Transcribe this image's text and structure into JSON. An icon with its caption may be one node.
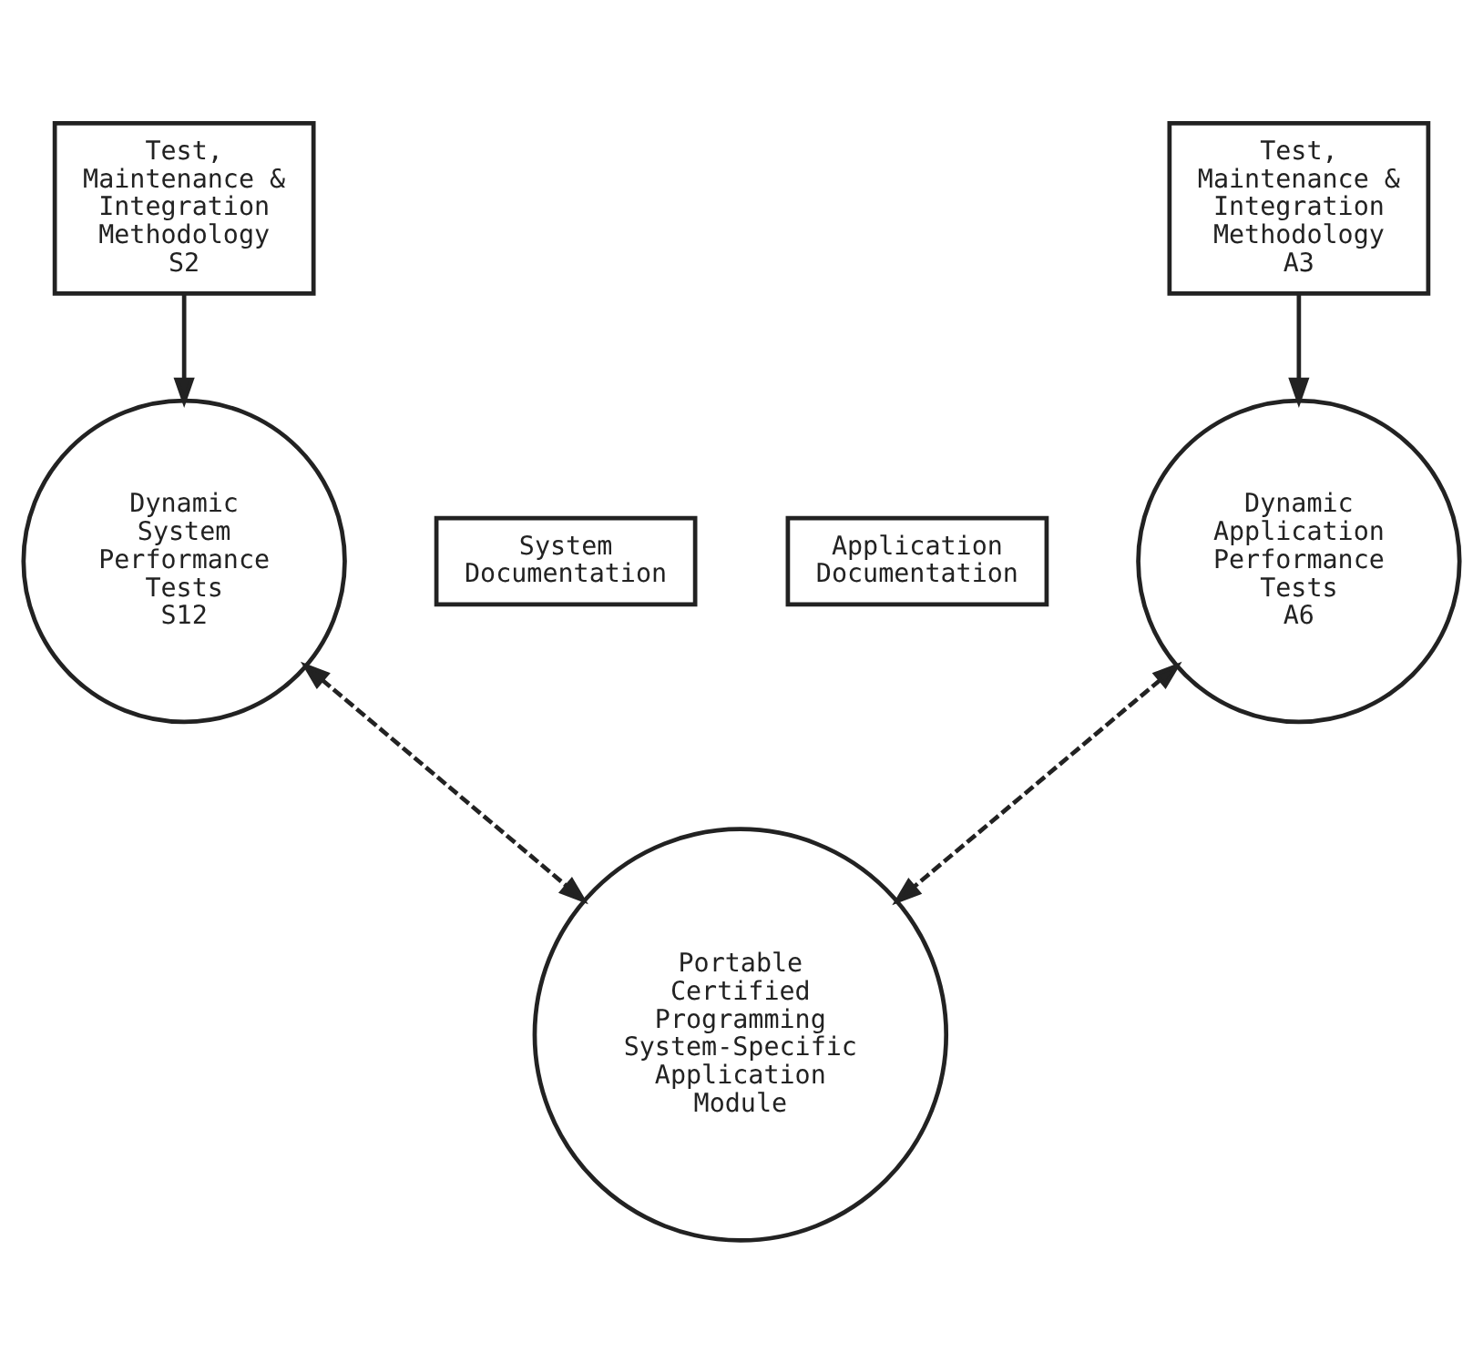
{
  "diagram": {
    "nodes": [
      {
        "text": [
          "Test, Maintenance & Integration Methodology",
          "S2"
        ]
      },
      {
        "text": [
          "Dynamic System Performance Tests",
          "S12"
        ]
      },
      {
        "text": [
          "Test, Maintenance & Integration Methodology",
          "A3"
        ]
      },
      {
        "text": [
          "Dynamic Application Performance Tests",
          "A6"
        ]
      },
      {
        "text": [
          "System Documentation"
        ]
      },
      {
        "text": [
          "Application Documentation"
        ]
      },
      {
        "text": [
          "Portable Certified Programming System-Specific Application Module"
        ]
      }
    ],
    "edges": [
      {
        "from": 0,
        "to": 1,
        "arrow": "to"
      },
      {
        "from": 2,
        "to": 3,
        "arrow": "to"
      },
      {
        "from": 1,
        "to": 6,
        "arrow": "both",
        "style": "dashed"
      },
      {
        "from": 3,
        "to": 6,
        "arrow": "both",
        "style": "dashed"
      }
    ]
  }
}
